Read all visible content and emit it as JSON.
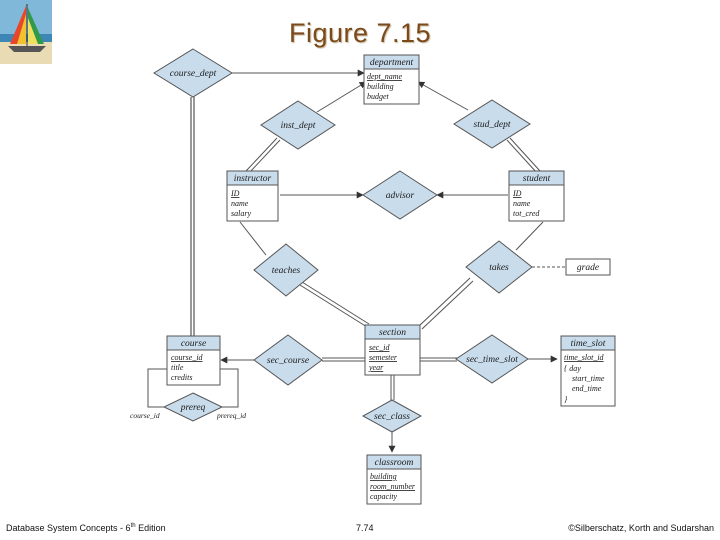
{
  "title": "Figure 7.15",
  "footer": {
    "left_prefix": "Database System Concepts - 6",
    "left_sup": "th",
    "left_suffix": " Edition",
    "page": "7.74",
    "right": "©Silberschatz, Korth and Sudarshan"
  },
  "entities": {
    "department": {
      "name": "department",
      "attrs": [
        "dept_name",
        "building",
        "budget"
      ]
    },
    "instructor": {
      "name": "instructor",
      "attrs": [
        "ID",
        "name",
        "salary"
      ]
    },
    "student": {
      "name": "student",
      "attrs": [
        "ID",
        "name",
        "tot_cred"
      ]
    },
    "course": {
      "name": "course",
      "attrs": [
        "course_id",
        "title",
        "credits"
      ]
    },
    "section": {
      "name": "section",
      "attrs": [
        "sec_id",
        "semester",
        "year"
      ]
    },
    "time_slot": {
      "name": "time_slot",
      "attrs": [
        "time_slot_id",
        "{ day",
        "start_time",
        "end_time",
        "}"
      ]
    },
    "classroom": {
      "name": "classroom",
      "attrs": [
        "building",
        "room_number",
        "capacity"
      ]
    }
  },
  "relationships": {
    "course_dept": "course_dept",
    "inst_dept": "inst_dept",
    "stud_dept": "stud_dept",
    "advisor": "advisor",
    "teaches": "teaches",
    "takes": "takes",
    "sec_course": "sec_course",
    "sec_time_slot": "sec_time_slot",
    "prereq": "prereq",
    "sec_class": "sec_class"
  },
  "attribute_labels": {
    "grade": "grade",
    "course_id": "course_id",
    "prereq_id": "prereq_id"
  },
  "colors": {
    "entity_header": "#c9dcec",
    "relationship_fill": "#c9dcec",
    "title": "#7a4a1a"
  }
}
